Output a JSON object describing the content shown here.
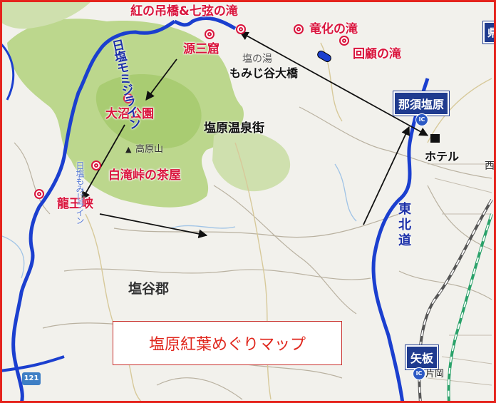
{
  "map": {
    "title": "塩原紅葉めぐりマップ",
    "spots": [
      {
        "id": "kurenai",
        "label": "紅の吊橋&七弦の滝"
      },
      {
        "id": "ryuka",
        "label": "竜化の滝"
      },
      {
        "id": "kaiko",
        "label": "回顧の滝"
      },
      {
        "id": "gensan",
        "label": "源三窟"
      },
      {
        "id": "onuma",
        "label": "大沼公園"
      },
      {
        "id": "shirataki",
        "label": "白滝峠の茶屋"
      },
      {
        "id": "ryuo",
        "label": "龍王峡"
      }
    ],
    "places": {
      "momiji_bridge": "もみじ谷大橋",
      "shiono_yu": "塩の湯",
      "onsen_town": "塩原温泉街",
      "hotel": "ホテル",
      "shioya_gun": "塩谷郡",
      "takaharayama": "高原山",
      "nishi": "西",
      "kataoka": "片岡"
    },
    "roads": {
      "momiji_line": "日塩モミジライン",
      "momiji_line_faint": "日塩もみじライン",
      "tohoku_expressway": "東北道"
    },
    "interchanges": {
      "nasushiobara": "那須塩原",
      "yaita": "矢板",
      "ic_mark": "IC"
    },
    "route_number": "121",
    "edge_char": "県",
    "mountain_symbol": "▲",
    "colors": {
      "spot_red": "#d9143c",
      "frame_red": "#e5241d",
      "forest_green": "#b9d58a",
      "road_blue": "#1b3fcf",
      "ic_blue": "#1f3b8f"
    }
  }
}
